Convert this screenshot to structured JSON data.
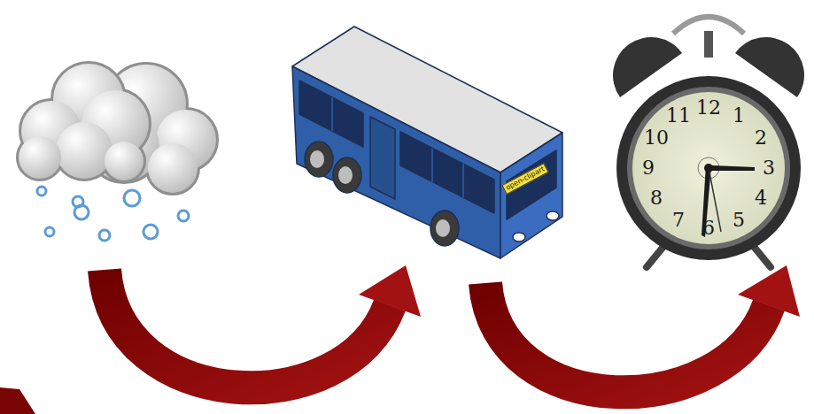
{
  "diagram": {
    "labels": [
      "open-clipart",
      "12",
      "1",
      "2",
      "3",
      "4",
      "5",
      "6",
      "7",
      "8",
      "9",
      "10",
      "11"
    ]
  }
}
